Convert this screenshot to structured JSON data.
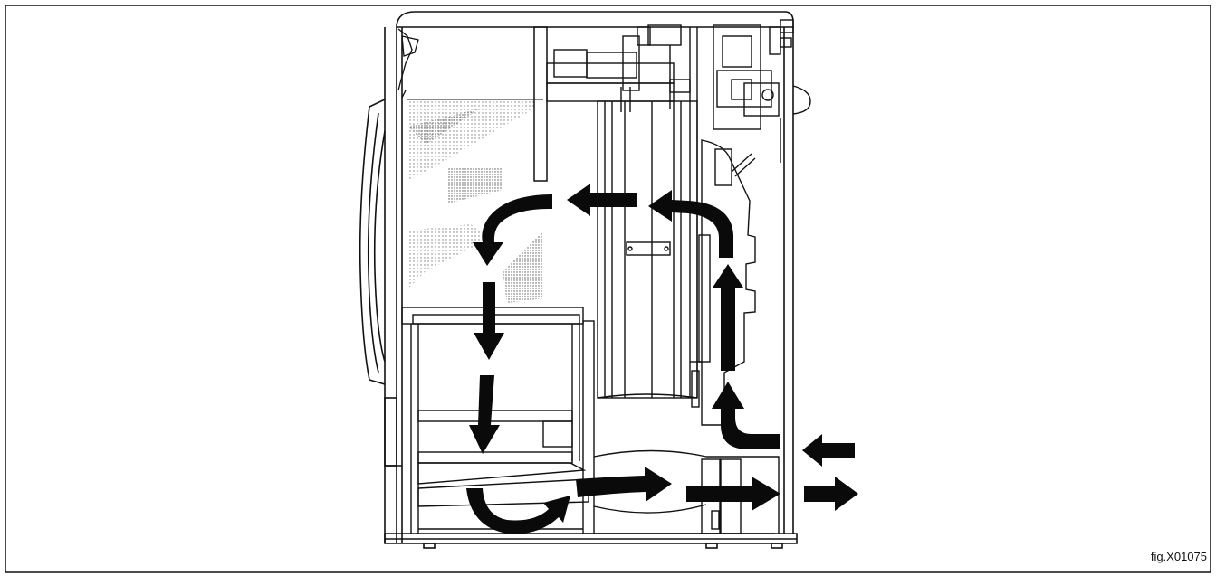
{
  "figure": {
    "caption": "fig.X01075"
  },
  "colors": {
    "line": "#111111",
    "arrow": "#0a0a0a",
    "hatch": "#8a8a8a",
    "background": "#ffffff"
  },
  "arrows": {
    "count": 12,
    "meaning": "airflow-direction"
  }
}
